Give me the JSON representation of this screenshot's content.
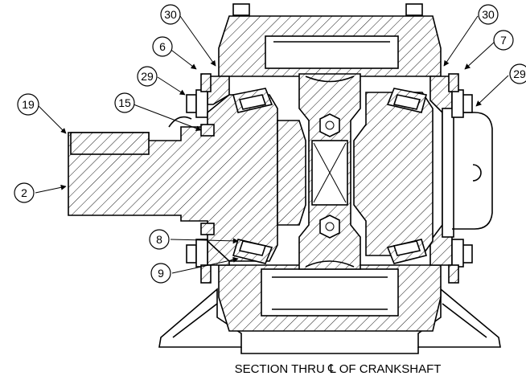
{
  "callouts": [
    {
      "id": "c30a",
      "label": "30"
    },
    {
      "id": "c30b",
      "label": "30"
    },
    {
      "id": "c6",
      "label": "6"
    },
    {
      "id": "c7",
      "label": "7"
    },
    {
      "id": "c29a",
      "label": "29"
    },
    {
      "id": "c29b",
      "label": "29"
    },
    {
      "id": "c19",
      "label": "19"
    },
    {
      "id": "c15",
      "label": "15"
    },
    {
      "id": "c2",
      "label": "2"
    },
    {
      "id": "c8",
      "label": "8"
    },
    {
      "id": "c9",
      "label": "9"
    }
  ],
  "caption": "SECTION THRU ℄ OF CRANKSHAFT"
}
